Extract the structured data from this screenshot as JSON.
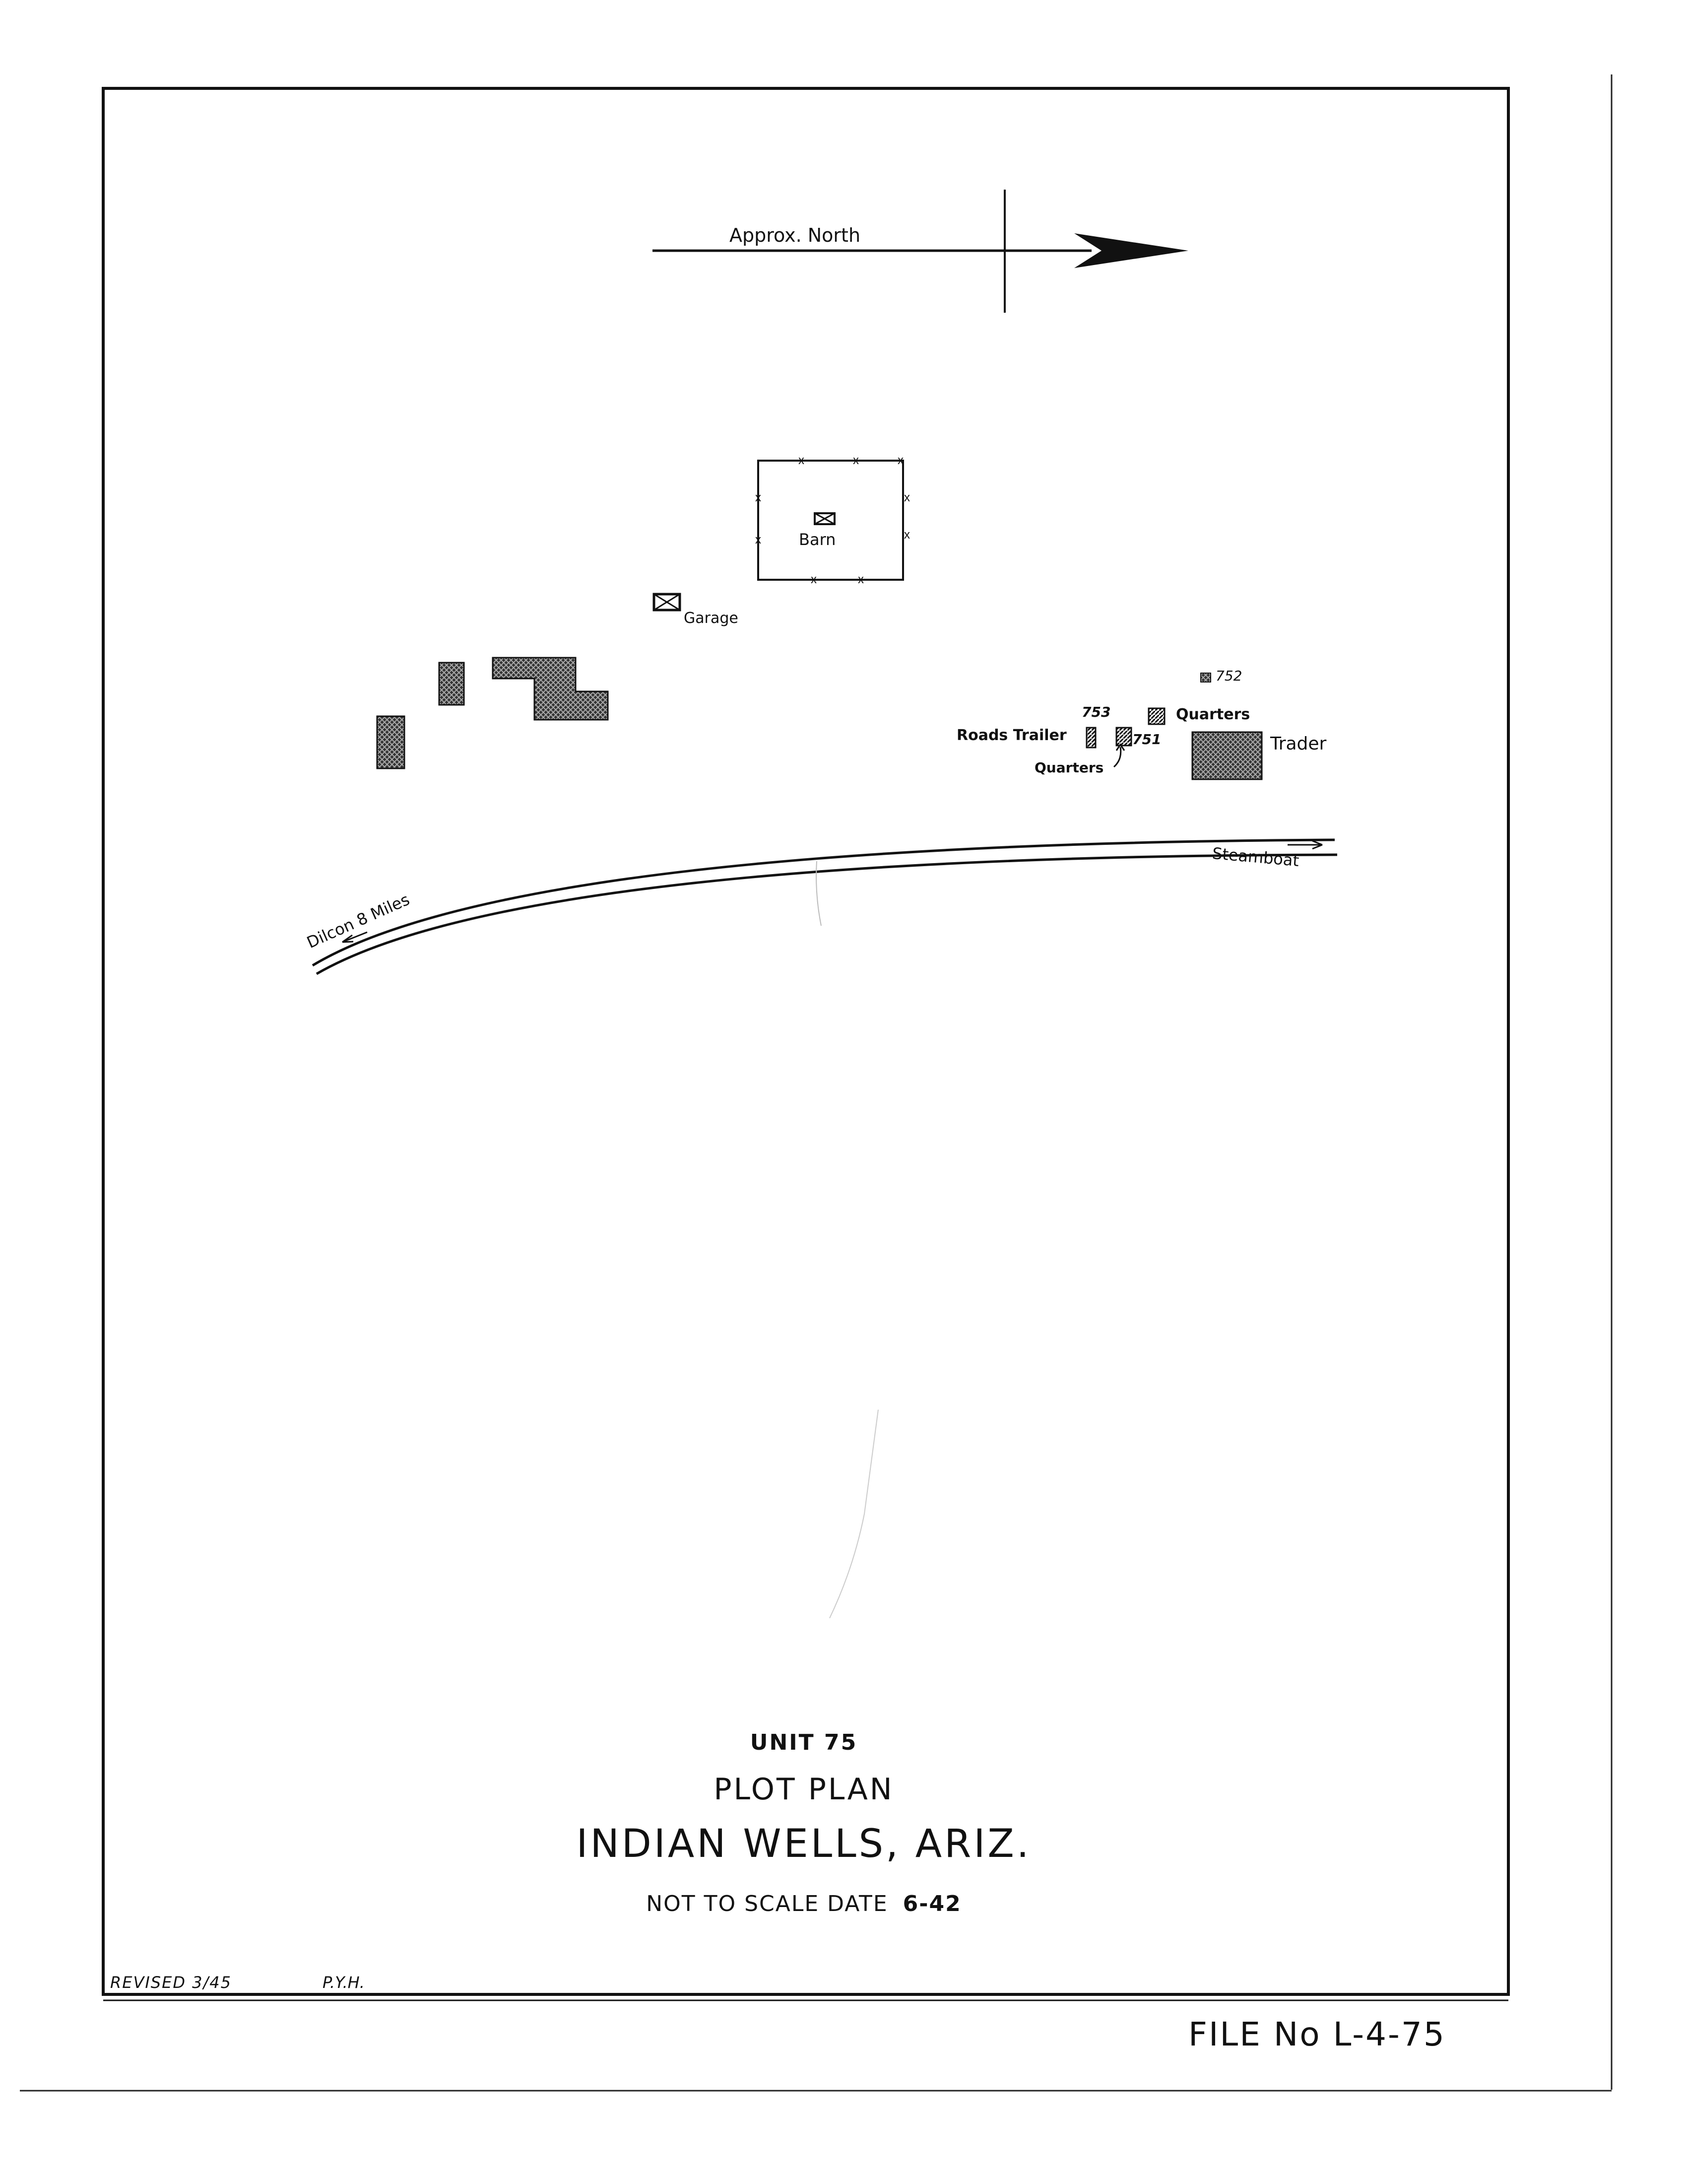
{
  "diagram": {
    "north_label": "Approx. North",
    "buildings": {
      "barn": "Barn",
      "garage": "Garage",
      "num_752": "752",
      "num_753": "753",
      "quarters_upper": "Quarters",
      "roads_trailer": "Roads Trailer",
      "num_751": "751",
      "quarters_lower": "Quarters",
      "trader": "Trader"
    },
    "road": {
      "west_label": "Dilcon 8 Miles",
      "east_label": "Steamboat"
    }
  },
  "title_block": {
    "unit": "UNIT 75",
    "plan": "PLOT PLAN",
    "location": "INDIAN WELLS, ARIZ.",
    "scale_date": "NOT TO SCALE  DATE",
    "date_value": "6-42",
    "revised": "REVISED  3/45",
    "revised_by": "P.Y.H."
  },
  "file_number": "FILE No L-4-75",
  "colors": {
    "ink": "#111111",
    "paper": "#ffffff"
  }
}
